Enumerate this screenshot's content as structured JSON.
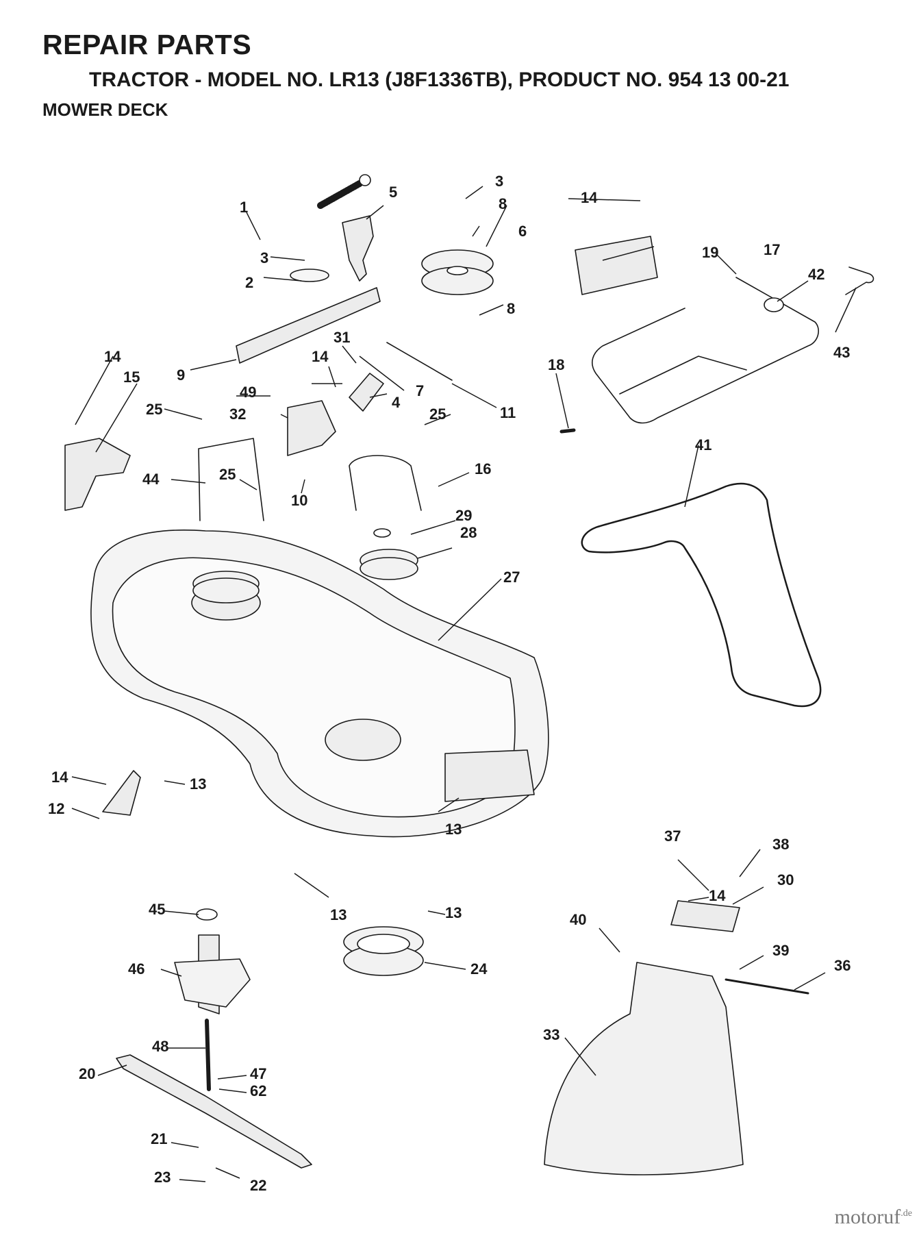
{
  "header": {
    "title": "REPAIR PARTS",
    "subtitle": "TRACTOR - MODEL NO. LR13 (J8F1336TB), PRODUCT NO. 954 13 00-21",
    "section": "MOWER DECK"
  },
  "callouts": [
    "1",
    "2",
    "3",
    "3",
    "4",
    "5",
    "6",
    "7",
    "8",
    "8",
    "9",
    "10",
    "11",
    "12",
    "13",
    "13",
    "13",
    "13",
    "14",
    "14",
    "14",
    "14",
    "14",
    "15",
    "16",
    "17",
    "18",
    "19",
    "20",
    "21",
    "22",
    "23",
    "24",
    "25",
    "25",
    "25",
    "27",
    "28",
    "29",
    "30",
    "31",
    "32",
    "33",
    "36",
    "37",
    "38",
    "39",
    "40",
    "41",
    "42",
    "43",
    "44",
    "45",
    "46",
    "47",
    "48",
    "49",
    "62"
  ],
  "watermark": {
    "text": "motoruf",
    "suffix": ".de"
  }
}
